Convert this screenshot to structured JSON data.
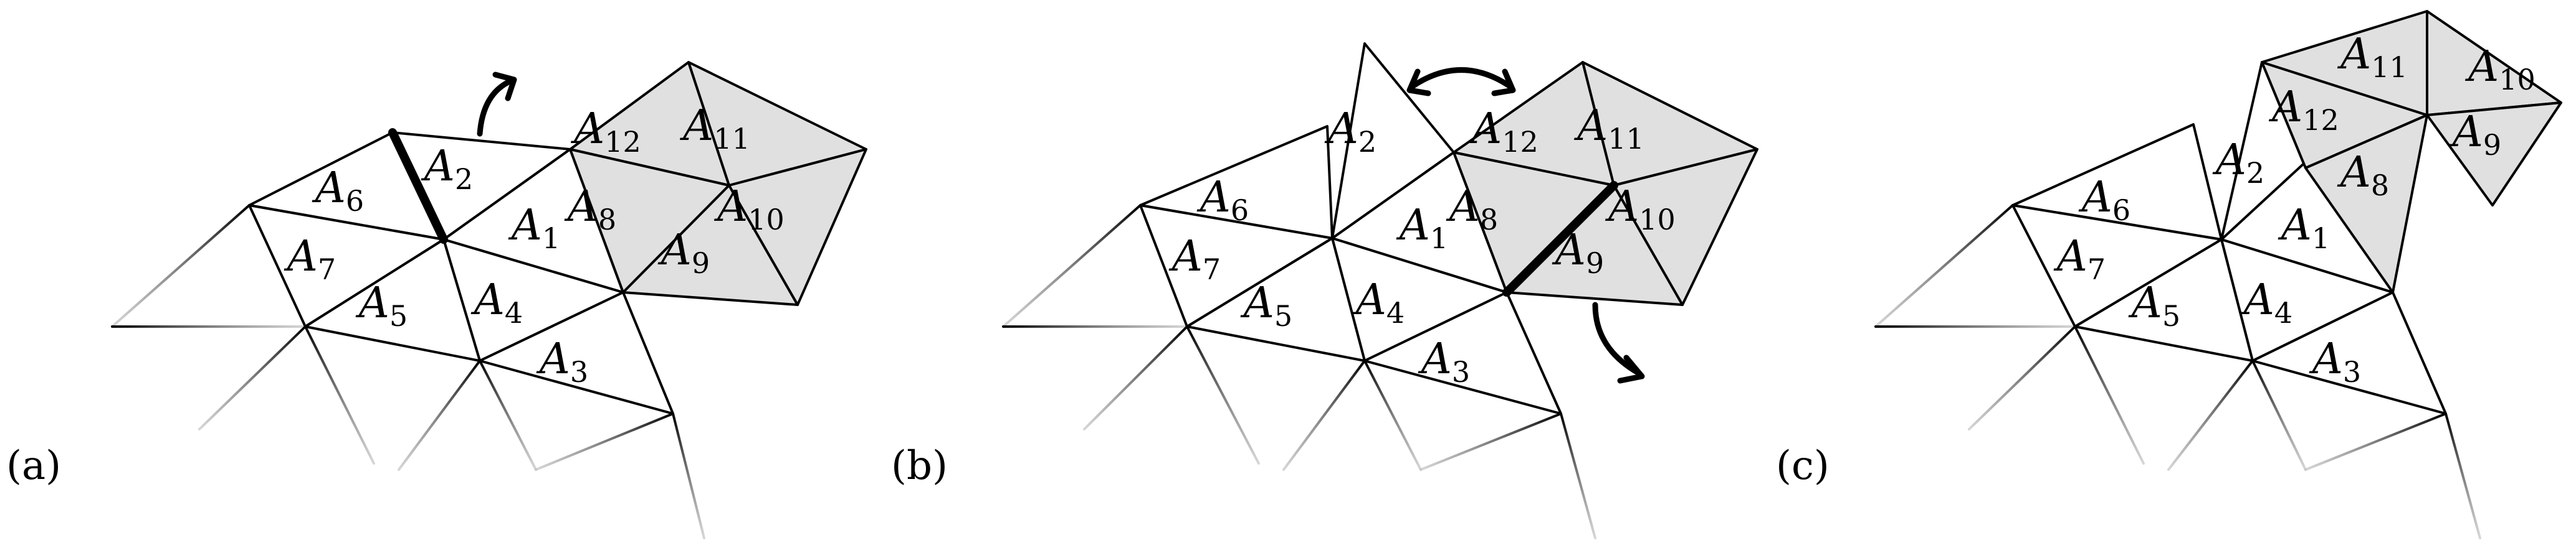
{
  "figure": {
    "panel_labels": [
      "(a)",
      "(b)",
      "(c)"
    ],
    "face_letter": "A",
    "colors": {
      "shaded": "#e0e0e0",
      "white": "#ffffff",
      "line": "#000000",
      "fade_end": "#bbbbbb"
    }
  },
  "panels": [
    {
      "id": "a",
      "label": "(a)",
      "faces": [
        {
          "sub": "1",
          "shaded": false
        },
        {
          "sub": "2",
          "shaded": false
        },
        {
          "sub": "3",
          "shaded": false
        },
        {
          "sub": "4",
          "shaded": false
        },
        {
          "sub": "5",
          "shaded": false
        },
        {
          "sub": "6",
          "shaded": false
        },
        {
          "sub": "7",
          "shaded": false
        },
        {
          "sub": "8",
          "shaded": true
        },
        {
          "sub": "9",
          "shaded": true
        },
        {
          "sub": "10",
          "shaded": true
        },
        {
          "sub": "11",
          "shaded": true
        },
        {
          "sub": "12",
          "shaded": true
        }
      ],
      "highlighted_edge": "A6-A2",
      "arrow": "unfold-up"
    },
    {
      "id": "b",
      "label": "(b)",
      "faces": [
        {
          "sub": "1",
          "shaded": false
        },
        {
          "sub": "2",
          "shaded": false
        },
        {
          "sub": "3",
          "shaded": false
        },
        {
          "sub": "4",
          "shaded": false
        },
        {
          "sub": "5",
          "shaded": false
        },
        {
          "sub": "6",
          "shaded": false
        },
        {
          "sub": "7",
          "shaded": false
        },
        {
          "sub": "8",
          "shaded": true
        },
        {
          "sub": "9",
          "shaded": true
        },
        {
          "sub": "10",
          "shaded": true
        },
        {
          "sub": "11",
          "shaded": true
        },
        {
          "sub": "12",
          "shaded": true
        }
      ],
      "highlighted_edge": "A8-A9 / A4",
      "arrow": "double-and-down"
    },
    {
      "id": "c",
      "label": "(c)",
      "faces": [
        {
          "sub": "1",
          "shaded": false
        },
        {
          "sub": "2",
          "shaded": false
        },
        {
          "sub": "3",
          "shaded": false
        },
        {
          "sub": "4",
          "shaded": false
        },
        {
          "sub": "5",
          "shaded": false
        },
        {
          "sub": "6",
          "shaded": false
        },
        {
          "sub": "7",
          "shaded": false
        },
        {
          "sub": "8",
          "shaded": true
        },
        {
          "sub": "9",
          "shaded": true
        },
        {
          "sub": "10",
          "shaded": true
        },
        {
          "sub": "11",
          "shaded": true
        },
        {
          "sub": "12",
          "shaded": true
        }
      ],
      "highlighted_edge": "",
      "arrow": ""
    }
  ]
}
